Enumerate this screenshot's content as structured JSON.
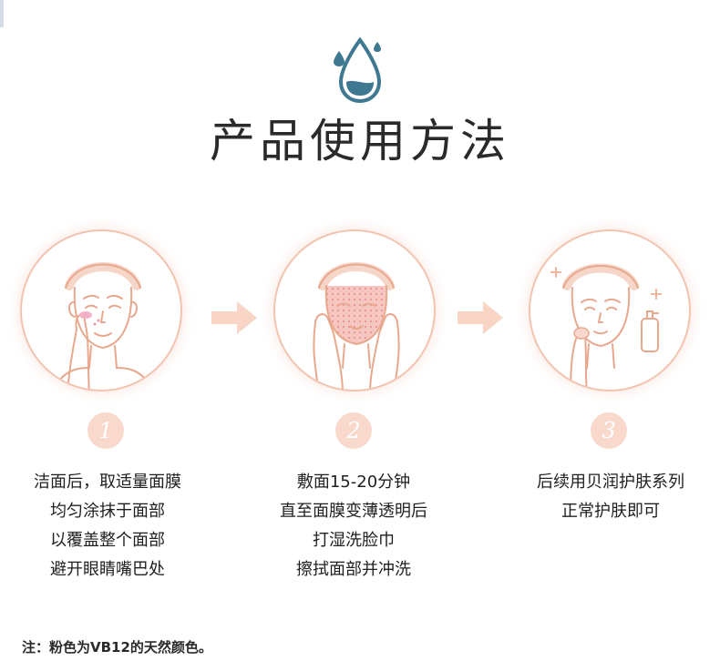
{
  "title": "产品使用方法",
  "steps": [
    {
      "number": "1",
      "lines": [
        "洁面后，取适量面膜",
        "均匀涂抹于面部",
        "以覆盖整个面部",
        "避开眼睛嘴巴处"
      ]
    },
    {
      "number": "2",
      "lines": [
        "敷面15-20分钟",
        "直至面膜变薄透明后",
        "打湿洗脸巾",
        "擦拭面部并冲洗"
      ]
    },
    {
      "number": "3",
      "lines": [
        "后续用贝润护肤系列",
        "正常护肤即可"
      ]
    }
  ],
  "note": "注：粉色为VB12的天然颜色。",
  "colors": {
    "accent": "#f2b8a0",
    "circle_border": "#f2c4b0",
    "number_bg": "#f8d9cb",
    "drop": "#3f7891"
  },
  "icons": {
    "header": "water-drop-icon",
    "arrow": "arrow-right-icon"
  }
}
